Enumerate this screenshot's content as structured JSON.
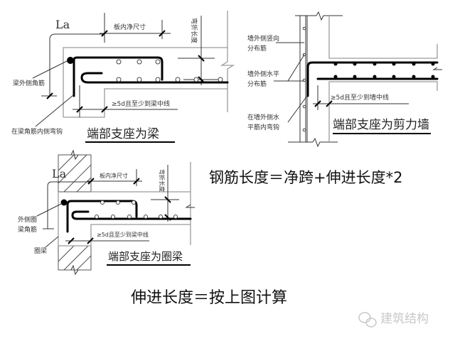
{
  "diagram_beam": {
    "la_label": "La",
    "slab_clear_label": "板内净尺寸",
    "bend_length_label": "弯折长度",
    "beam_outer_corner_label": "梁外侧角筋",
    "hook_inside_label": "在梁角筋内侧弯钩",
    "anchor_label": "≥5d且至少到梁中线",
    "caption": "端部支座为梁"
  },
  "diagram_wall": {
    "vertical_dist_label_1": "墙外侧竖向",
    "vertical_dist_label_2": "分布筋",
    "horizontal_dist_label_1": "墙外侧水平",
    "horizontal_dist_label_2": "分布筋",
    "hook_label_1": "在墙外侧水",
    "hook_label_2": "平筋内弯钩",
    "anchor_label": "≥5d且至少到墙中线",
    "caption": "端部支座为剪力墙"
  },
  "diagram_ringbeam": {
    "la_label": "La",
    "slab_clear_label": "板内净尺寸",
    "bend_length_label": "弯折长度",
    "outer_corner_label_1": "外侧圈",
    "outer_corner_label_2": "梁角筋",
    "ring_beam_label": "圈梁",
    "anchor_label": "≥5d且至少到梁中线",
    "caption": "端部支座为圈梁"
  },
  "formula_main": "钢筋长度＝净跨+伸进长度*2",
  "formula_secondary": "伸进长度＝按上图计算",
  "watermark": "建筑结构"
}
